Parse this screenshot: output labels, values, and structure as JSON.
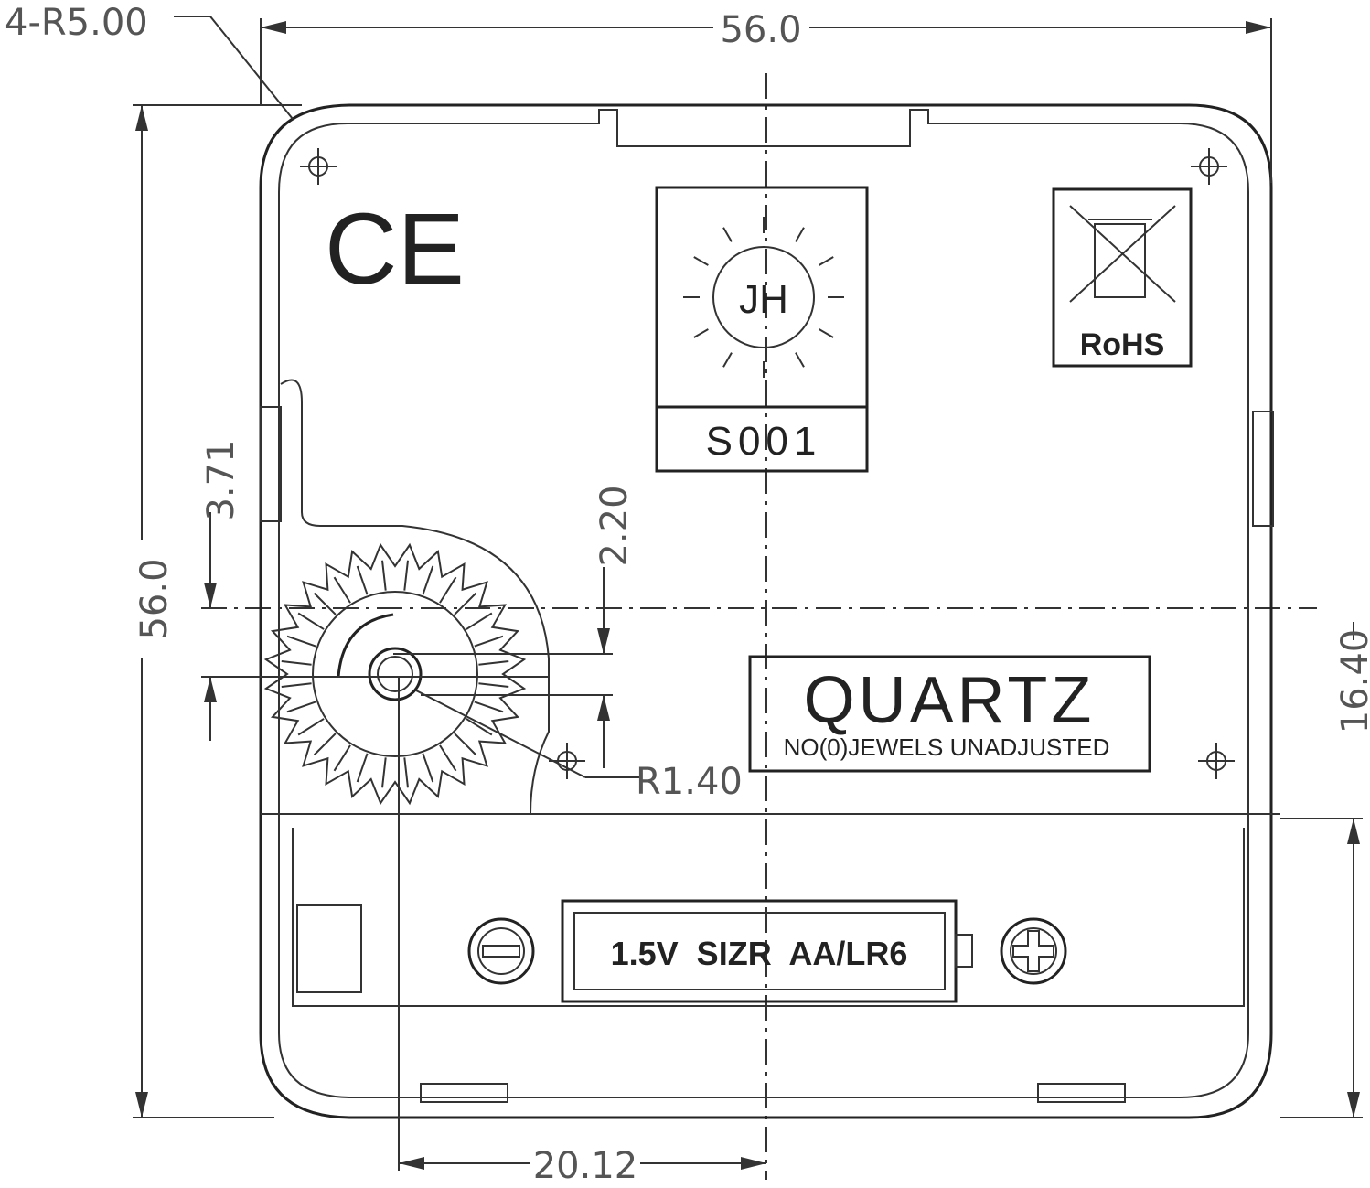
{
  "dimensions": {
    "corner_radius": "4-R5.00",
    "width": "56.0",
    "height": "56.0",
    "offset_a": "3.71",
    "offset_b": "2.20",
    "offset_c": "16.40",
    "shaft_radius": "R1.40",
    "shaft_offset": "20.12"
  },
  "marks": {
    "ce": "CE",
    "logo": "JH",
    "model": "S001",
    "rohs": "RoHS",
    "quartz": "QUARTZ",
    "quartz_sub": "NO(0)JEWELS UNADJUSTED",
    "battery": "1.5V  SIZR  AA/LR6"
  }
}
